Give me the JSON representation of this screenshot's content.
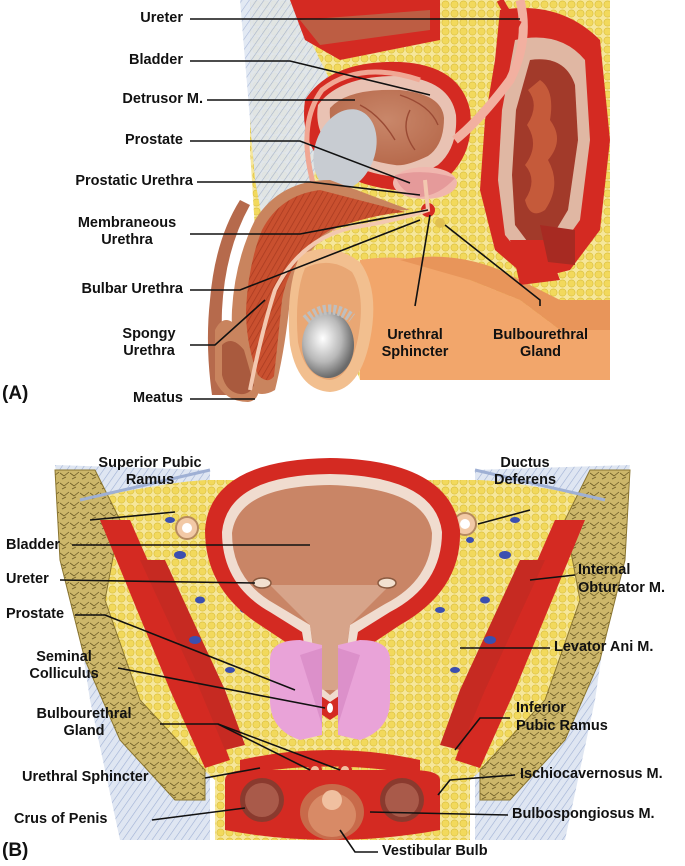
{
  "panel_a": {
    "tag": "(A)",
    "labels": {
      "ureter": "Ureter",
      "bladder": "Bladder",
      "detrusor": "Detrusor M.",
      "prostate": "Prostate",
      "prostatic_urethra": "Prostatic Urethra",
      "membraneous_urethra_1": "Membraneous",
      "membraneous_urethra_2": "Urethra",
      "bulbar_urethra": "Bulbar Urethra",
      "spongy_urethra_1": "Spongy",
      "spongy_urethra_2": "Urethra",
      "meatus": "Meatus",
      "urethral_sphincter_1": "Urethral",
      "urethral_sphincter_2": "Sphincter",
      "bulbourethral_gland_1": "Bulbourethral",
      "bulbourethral_gland_2": "Gland"
    }
  },
  "panel_b": {
    "tag": "(B)",
    "labels": {
      "superior_pubic_ramus_1": "Superior Pubic",
      "superior_pubic_ramus_2": "Ramus",
      "ductus_deferens_1": "Ductus",
      "ductus_deferens_2": "Deferens",
      "bladder": "Bladder",
      "ureter": "Ureter",
      "internal_obturator_1": "Internal",
      "internal_obturator_2": "Obturator M.",
      "prostate": "Prostate",
      "levator_ani": "Levator Ani M.",
      "seminal_colliculus_1": "Seminal",
      "seminal_colliculus_2": "Colliculus",
      "inferior_pubic_ramus_1": "Inferior",
      "inferior_pubic_ramus_2": "Pubic Ramus",
      "bulbourethral_gland_1": "Bulbourethral",
      "bulbourethral_gland_2": "Gland",
      "urethral_sphincter": "Urethral Sphincter",
      "ischiocavernosus": "Ischiocavernosus M.",
      "crus_of_penis": "Crus of Penis",
      "bulbospongiosus": "Bulbospongiosus M.",
      "vestibular_bulb": "Vestibular Bulb"
    }
  },
  "colors": {
    "muscle_red": "#d42a22",
    "bladder_tan": "#c98566",
    "fat_yellow": "#f2df7a",
    "prostate_pink": "#e9a3d8",
    "skin": "#f2b27e",
    "bone": "#c9b461",
    "vein_blue": "#3b4fb0"
  }
}
